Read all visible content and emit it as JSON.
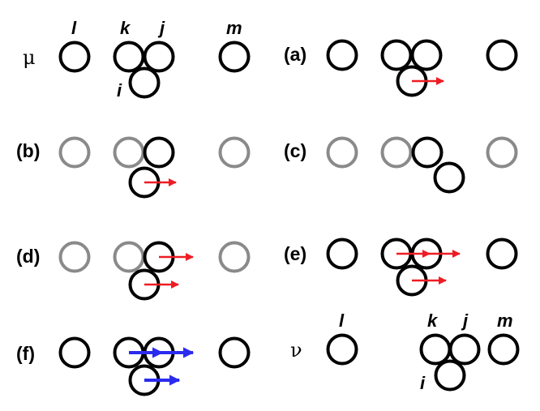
{
  "colors": {
    "active": "#000000",
    "inactive": "#8a8a8a",
    "red_arrow": "#ee1c24",
    "blue_arrow": "#2b2bf0"
  },
  "greek": {
    "mu": "μ",
    "nu": "ν"
  },
  "indices": {
    "l": "l",
    "k": "k",
    "j": "j",
    "m": "m",
    "i": "i"
  },
  "panels": {
    "a": {
      "label": "(a)",
      "state": "all-active",
      "arrows": "red on i"
    },
    "b": {
      "label": "(b)",
      "state": "l, k, m inactive",
      "arrows": "red on i"
    },
    "c": {
      "label": "(c)",
      "state": "l, k, m inactive; j, i shifted",
      "arrows": "none"
    },
    "d": {
      "label": "(d)",
      "state": "l, k, m inactive",
      "arrows": "red on j and i"
    },
    "e": {
      "label": "(e)",
      "state": "all-active",
      "arrows": "red on k, j and i"
    },
    "f": {
      "label": "(f)",
      "state": "all-active",
      "arrows": "blue on k, j and i"
    }
  }
}
